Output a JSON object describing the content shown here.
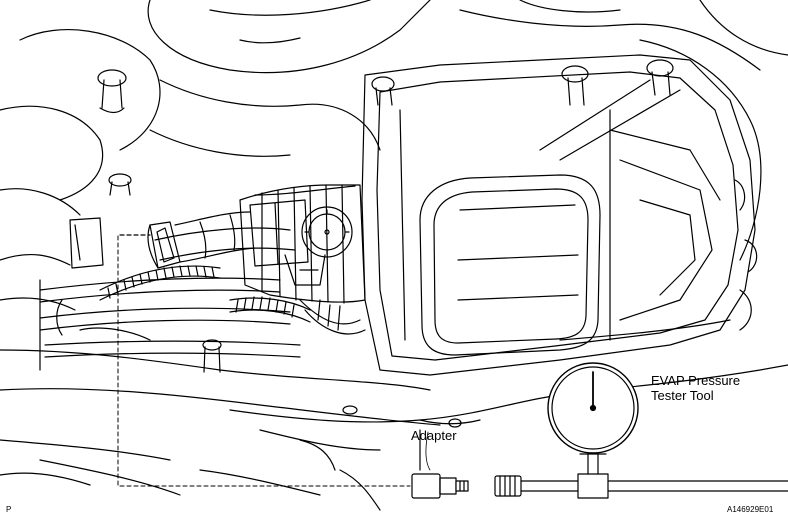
{
  "labels": {
    "evap_line1": "EVAP Pressure",
    "evap_line2": "Tester Tool",
    "adapter": "Adapter",
    "corner_p": "P",
    "figure_id": "A146929E01"
  },
  "gauge": {
    "needle_value": 0
  },
  "colors": {
    "line": "#000000",
    "background": "#ffffff"
  }
}
